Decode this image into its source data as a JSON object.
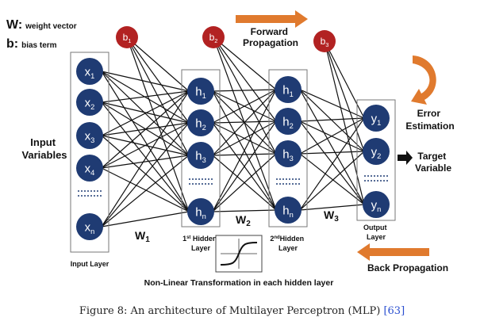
{
  "legend": {
    "w_symbol": "W:",
    "w_text": "weight vector",
    "b_symbol": "b:",
    "b_text": "bias term"
  },
  "colors": {
    "node_blue": "#1f3b73",
    "bias_red": "#b22222",
    "arrow_orange": "#e07a2e",
    "line": "#111111"
  },
  "bias": {
    "b1": {
      "main": "b",
      "sub": "1"
    },
    "b2": {
      "main": "b",
      "sub": "2"
    },
    "b3": {
      "main": "b",
      "sub": "3"
    }
  },
  "layers": {
    "input": {
      "title_line1": "Input",
      "title_line2": "Variables",
      "caption": "Input Layer",
      "nodes": [
        {
          "main": "x",
          "sub": "1"
        },
        {
          "main": "x",
          "sub": "2"
        },
        {
          "main": "x",
          "sub": "3"
        },
        {
          "main": "x",
          "sub": "4"
        },
        {
          "main": "x",
          "sub": "n"
        }
      ]
    },
    "hidden1": {
      "caption_sup": "st",
      "caption_pre": "1",
      "caption_line1": " Hidden",
      "caption_line2": "Layer",
      "nodes": [
        {
          "main": "h",
          "sub": "1"
        },
        {
          "main": "h",
          "sub": "2"
        },
        {
          "main": "h",
          "sub": "3"
        },
        {
          "main": "h",
          "sub": "n"
        }
      ]
    },
    "hidden2": {
      "caption_pre": "2",
      "caption_sup": "nd",
      "caption_line1": "Hidden",
      "caption_line2": "Layer",
      "nodes": [
        {
          "main": "h",
          "sub": "1"
        },
        {
          "main": "h",
          "sub": "2"
        },
        {
          "main": "h",
          "sub": "3"
        },
        {
          "main": "h",
          "sub": "n"
        }
      ]
    },
    "output": {
      "caption_line1": "Output",
      "caption_line2": "Layer",
      "nodes": [
        {
          "main": "y",
          "sub": "1"
        },
        {
          "main": "y",
          "sub": "2"
        },
        {
          "main": "y",
          "sub": "n"
        }
      ]
    }
  },
  "weights": {
    "w1": {
      "main": "W",
      "sub": "1"
    },
    "w2": {
      "main": "W",
      "sub": "2"
    },
    "w3": {
      "main": "W",
      "sub": "3"
    }
  },
  "annotations": {
    "forward_line1": "Forward",
    "forward_line2": "Propagation",
    "error_line1": "Error",
    "error_line2": "Estimation",
    "target_line1": "Target",
    "target_line2": "Variable",
    "back": "Back Propagation",
    "nonlinear": "Non-Linear Transformation in each hidden layer"
  },
  "figure_caption": {
    "text": "Figure 8: An architecture of Multilayer Perceptron (MLP) ",
    "citation": "[63]"
  }
}
